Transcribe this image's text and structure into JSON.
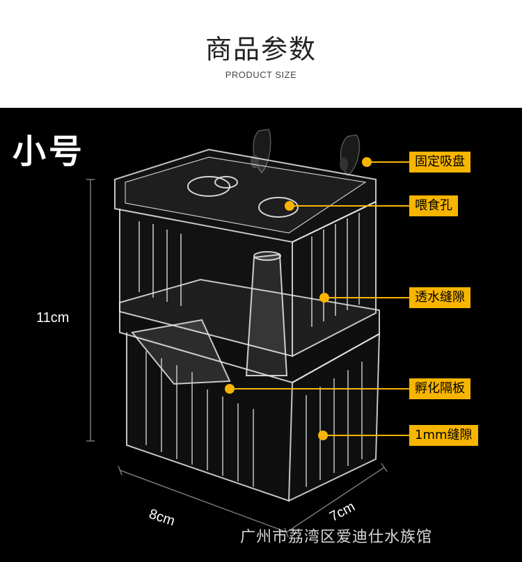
{
  "header": {
    "title": "商品参数",
    "subtitle": "PRODUCT SIZE"
  },
  "product": {
    "size_label": "小号",
    "height": "11cm",
    "width": "8cm",
    "depth": "7cm"
  },
  "callouts": [
    {
      "label": "固定吸盘"
    },
    {
      "label": "喂食孔"
    },
    {
      "label": "透水缝隙"
    },
    {
      "label": "孵化隔板"
    },
    {
      "label": "1mm缝隙"
    }
  ],
  "watermark": "广州市荔湾区爱迪仕水族馆",
  "colors": {
    "accent": "#f7b500",
    "background": "#000000",
    "header_bg": "#ffffff"
  }
}
